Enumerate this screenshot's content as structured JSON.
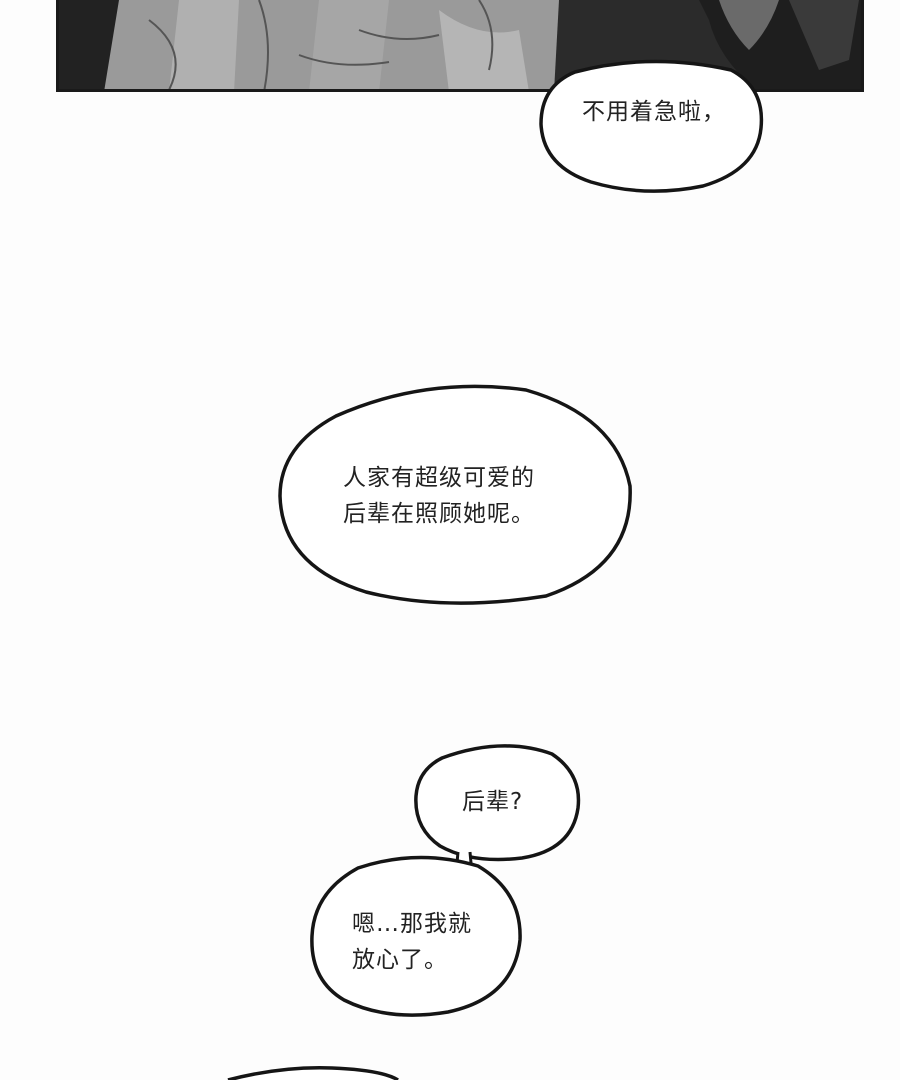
{
  "panel": {
    "image": "dark manga panel with grey clothed figures",
    "colors": {
      "dark": "#2b2b2b",
      "mid": "#8a8a8a",
      "light": "#b8b8b8",
      "border": "#1a1a1a"
    }
  },
  "bubbles": [
    {
      "lines": [
        "不用着急啦，"
      ]
    },
    {
      "lines": [
        "人家有超级可爱的",
        "后辈在照顾她呢。"
      ]
    },
    {
      "lines": [
        "后辈?"
      ]
    },
    {
      "lines": [
        "嗯…那我就",
        "放心了。"
      ]
    }
  ]
}
